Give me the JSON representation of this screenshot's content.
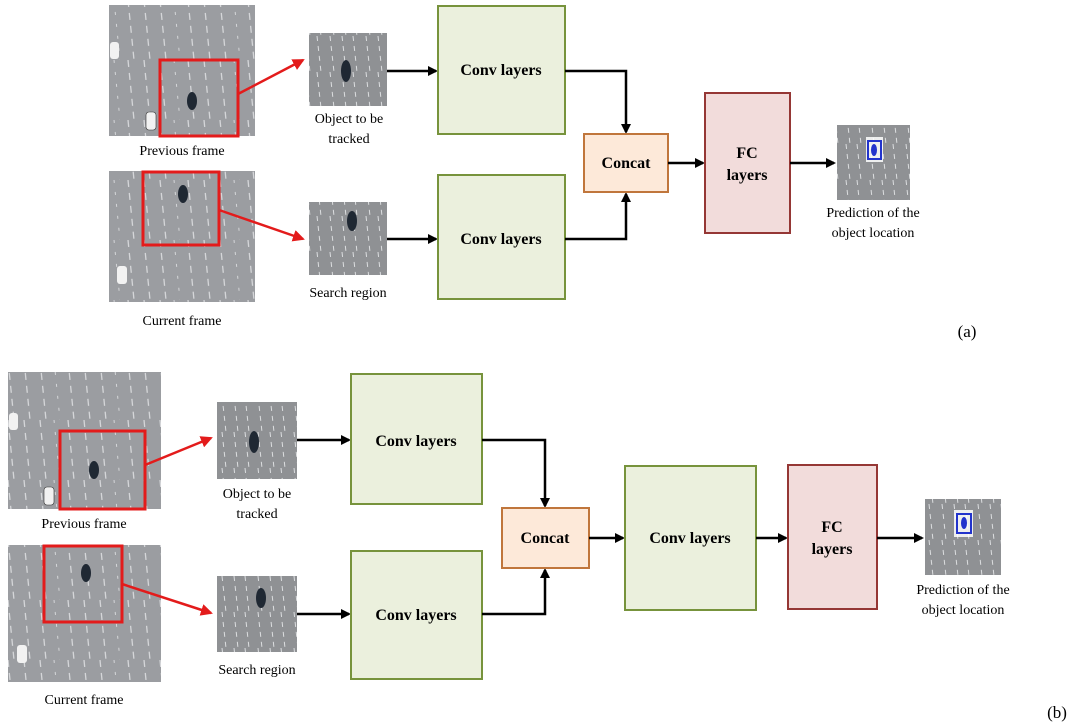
{
  "colors": {
    "conv_fill": "#ebf0dd",
    "conv_stroke": "#77933c",
    "concat_fill": "#fde9d9",
    "concat_stroke": "#c0763c",
    "fc_fill": "#f2dcdb",
    "fc_stroke": "#953735",
    "highlight_red": "#e31b1b",
    "arrow": "#000000",
    "road": "#8e9093",
    "lane_mark": "#dfe1e3",
    "car": "#1f2833",
    "pred_box": "#2233cc"
  },
  "diagram_a": {
    "tag": "(a)",
    "previous_frame": "Previous frame",
    "current_frame": "Current frame",
    "object_to_track": [
      "Object to be",
      "tracked"
    ],
    "search_region": "Search region",
    "conv_top": "Conv layers",
    "conv_bottom": "Conv layers",
    "concat": "Concat",
    "fc": [
      "FC",
      "layers"
    ],
    "prediction": [
      "Prediction of the",
      "object location"
    ]
  },
  "diagram_b": {
    "tag": "(b)",
    "previous_frame": "Previous frame",
    "current_frame": "Current frame",
    "object_to_track": [
      "Object to be",
      "tracked"
    ],
    "search_region": "Search region",
    "conv_top": "Conv layers",
    "conv_bottom": "Conv layers",
    "concat": "Concat",
    "conv_mid": "Conv layers",
    "fc": [
      "FC",
      "layers"
    ],
    "prediction": [
      "Prediction of the",
      "object location"
    ]
  }
}
